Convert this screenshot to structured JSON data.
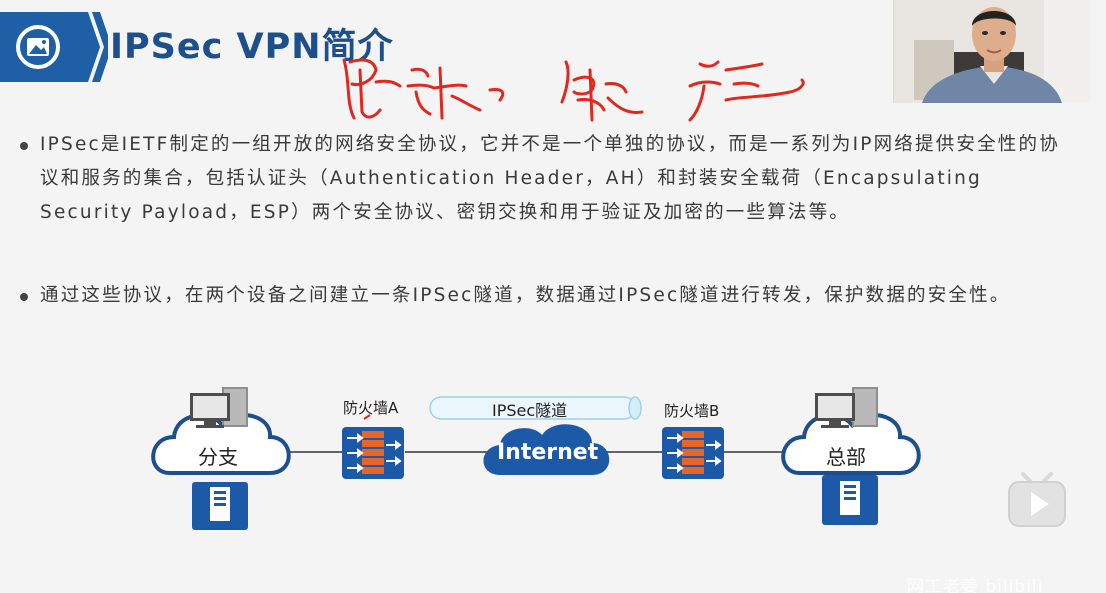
{
  "slide": {
    "title": "IPSec VPN简介",
    "bullets": [
      "IPSec是IETF制定的一组开放的网络安全协议，它并不是一个单独的协议，而是一系列为IP网络提供安全性的协议和服务的集合，包括认证头（Authentication Header，AH）和封装安全载荷（Encapsulating Security Payload，ESP）两个安全协议、密钥交换和用于验证及加密的一些算法等。",
      "通过这些协议，在两个设备之间建立一条IPSec隧道，数据通过IPSec隧道进行转发，保护数据的安全性。"
    ]
  },
  "diagram": {
    "branch_label": "分支",
    "firewall_a": "防火墙A",
    "tunnel_label": "IPSec隧道",
    "internet_label": "Internet",
    "firewall_b": "防火墙B",
    "hq_label": "总部"
  },
  "overlay": {
    "watermark": "网工老姜 bilibili"
  },
  "colors": {
    "title_blue": "#1c4f8c",
    "header_blue": "#1e5fa5",
    "cloud_border": "#1d4f8f",
    "firewall_orange": "#e8652a",
    "handwriting_red": "#e0281e"
  },
  "icons": {
    "logo": "image-icon",
    "play": "play-icon"
  }
}
